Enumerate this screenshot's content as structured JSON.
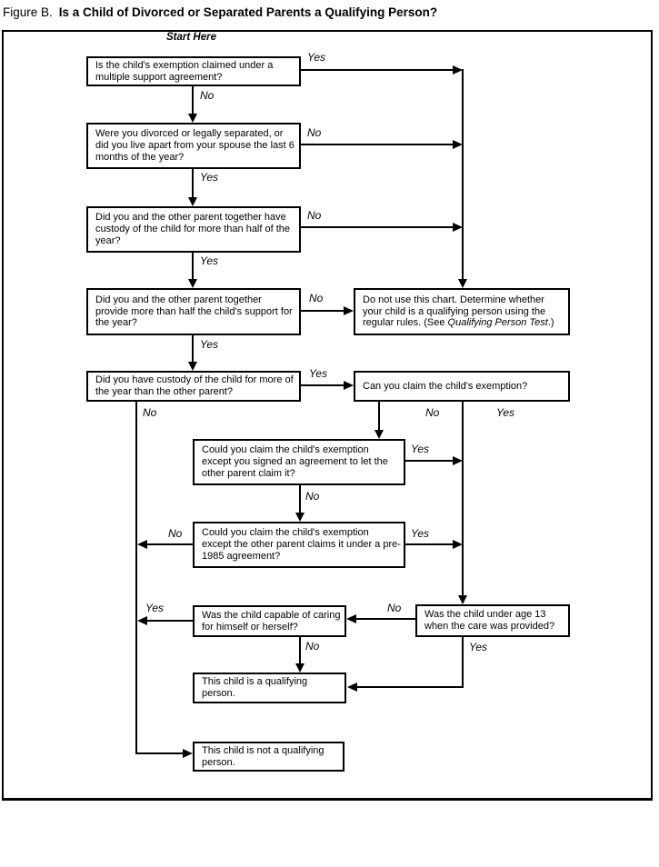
{
  "title": {
    "prefix": "Figure B.",
    "main": "Is a Child of Divorced or Separated Parents a Qualifying Person?"
  },
  "start_label": "Start Here",
  "colors": {
    "ink": "#000000",
    "background": "#ffffff"
  },
  "nodes": {
    "multiple_support": {
      "text": "Is the child's exemption claimed under a multiple support agreement?"
    },
    "divorced_separated": {
      "text": "Were you divorced or legally separated, or did you live apart from your spouse the last 6 months of the year?"
    },
    "joint_custody": {
      "text": "Did you and the other parent together have custody of the child for more than half of the year?"
    },
    "joint_support": {
      "text": "Did you and the other parent together provide more than half the child's support for the year?"
    },
    "more_custody": {
      "text": "Did you have custody of the child for more of the year than the other parent?"
    },
    "do_not_use": {
      "text_before": "Do not use this chart. Determine whether your child is a qualifying person using the regular rules. (See ",
      "italic": "Qualifying Person Test",
      "text_after": ".)"
    },
    "can_claim": {
      "text": "Can you claim the child's exemption?"
    },
    "signed_agreement": {
      "text": "Could you claim the child's exemption except you signed an agreement to let the other parent claim it?"
    },
    "pre_1985": {
      "text": "Could you claim the child's exemption except the other parent claims it under a pre-1985 agreement?"
    },
    "self_care": {
      "text": "Was the child capable of caring for himself or herself?"
    },
    "under_13": {
      "text": "Was the child under age 13 when the care was provided?"
    },
    "qualifying": {
      "text": "This child is a qualifying person."
    },
    "not_qualifying": {
      "text": "This child is not a qualifying person."
    }
  },
  "edge_labels": {
    "msa_yes": "Yes",
    "msa_no": "No",
    "div_no": "No",
    "div_yes": "Yes",
    "cust_no": "No",
    "cust_yes": "Yes",
    "supp_no": "No",
    "supp_yes": "Yes",
    "more_yes": "Yes",
    "more_no": "No",
    "claim_no": "No",
    "claim_yes": "Yes",
    "agree_yes": "Yes",
    "agree_no": "No",
    "pre85_no": "No",
    "pre85_yes": "Yes",
    "care_yes": "Yes",
    "care_no": "No",
    "age13_no": "No",
    "age13_yes": "Yes"
  }
}
